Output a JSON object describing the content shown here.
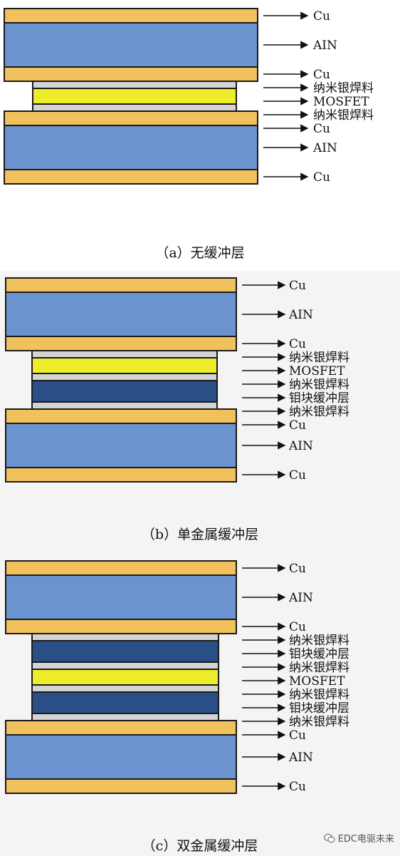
{
  "colors": {
    "cu": "#f1c15d",
    "aln": "#6b93cf",
    "solder": "#d4d4d4",
    "mosfet": "#eded2c",
    "mo_buffer": "#2a4e86",
    "outline": "#1a1a1a"
  },
  "labels": {
    "cu": "Cu",
    "aln": "AIN",
    "solder": "纳米银焊料",
    "mosfet": "MOSFET",
    "mo_buffer": "钼块缓冲层"
  },
  "panels": [
    {
      "caption": "（a）无缓冲层",
      "stack": [
        "cu",
        "aln",
        "cu",
        "solder",
        "mosfet",
        "solder",
        "cu",
        "aln",
        "cu"
      ]
    },
    {
      "caption": "（b）单金属缓冲层",
      "stack": [
        "cu",
        "aln",
        "cu",
        "solder",
        "mosfet",
        "solder",
        "mo_buffer",
        "solder",
        "cu",
        "aln",
        "cu"
      ]
    },
    {
      "caption": "（c）双金属缓冲层",
      "stack": [
        "cu",
        "aln",
        "cu",
        "solder",
        "mo_buffer",
        "solder",
        "mosfet",
        "solder",
        "mo_buffer",
        "solder",
        "cu",
        "aln",
        "cu"
      ]
    }
  ],
  "watermark": {
    "text": "EDC电驱未来",
    "icon": "wechat-icon"
  }
}
